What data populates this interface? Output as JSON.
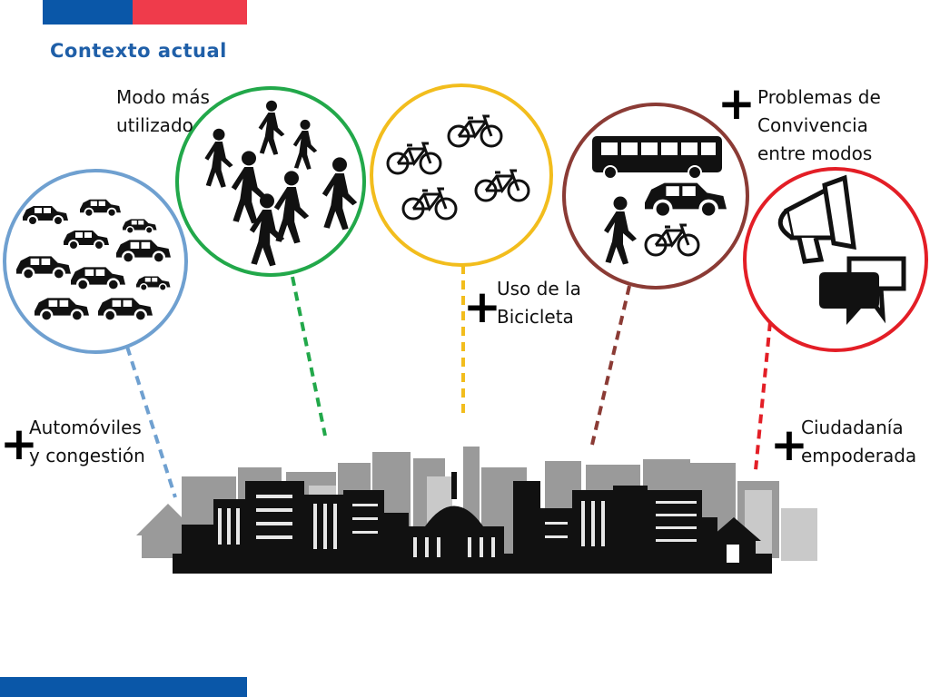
{
  "header": {
    "title": "Contexto actual",
    "bar_colors": [
      "#0a57a8",
      "#ef3b4b"
    ]
  },
  "bubbles": [
    {
      "id": "cars",
      "label": "Automóviles\ny congestión",
      "prefix": "+",
      "color": "#6fa0d0",
      "icon": "cars-icon"
    },
    {
      "id": "walk",
      "label": "Modo más\nutilizado",
      "prefix": "",
      "color": "#22a84a",
      "icon": "pedestrians-icon"
    },
    {
      "id": "bike",
      "label": "Uso de la\nBicicleta",
      "prefix": "+",
      "color": "#f2bd1d",
      "icon": "bicycles-icon"
    },
    {
      "id": "mix",
      "label": "Problemas de\nConvivencia\nentre modos",
      "prefix": "+",
      "color": "#8b3b35",
      "icon": "mixed-transport-icon"
    },
    {
      "id": "talk",
      "label": "Ciudadanía\nempoderada",
      "prefix": "+",
      "color": "#e31e26",
      "icon": "megaphone-chat-icon"
    }
  ],
  "footer": {
    "bar_color": "#0a57a8"
  }
}
